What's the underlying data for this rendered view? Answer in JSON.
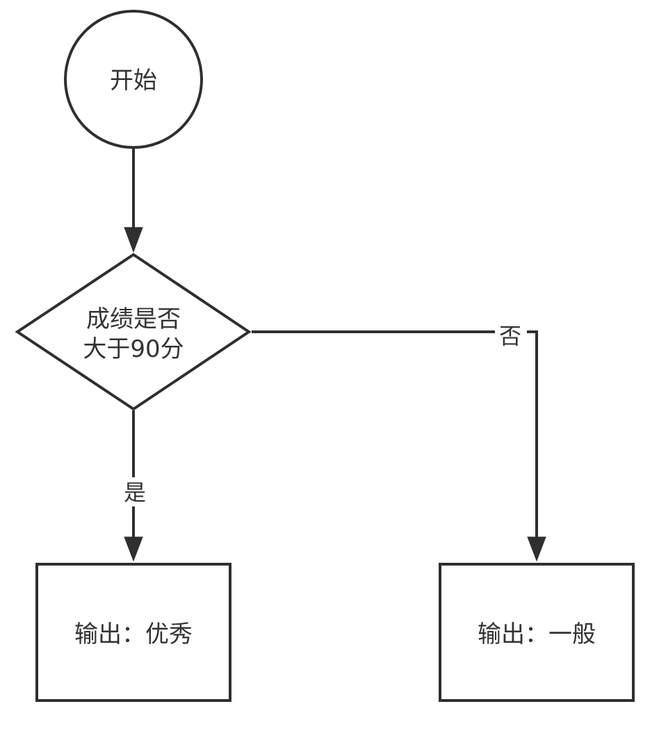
{
  "diagram": {
    "nodes": {
      "start": {
        "label": "开始",
        "shape": "circle"
      },
      "decision": {
        "lines": [
          "成绩是否",
          "大于90分"
        ],
        "shape": "diamond"
      },
      "output_excellent": {
        "label": "输出：优秀",
        "shape": "rectangle"
      },
      "output_average": {
        "label": "输出：一般",
        "shape": "rectangle"
      }
    },
    "edges": {
      "start_to_decision": {
        "from": "start",
        "to": "decision",
        "label": ""
      },
      "yes": {
        "from": "decision",
        "to": "output_excellent",
        "label": "是"
      },
      "no": {
        "from": "decision",
        "to": "output_average",
        "label": "否"
      }
    }
  },
  "colors": {
    "stroke": "#2f2f2f",
    "text": "#333333",
    "background": "#ffffff"
  }
}
